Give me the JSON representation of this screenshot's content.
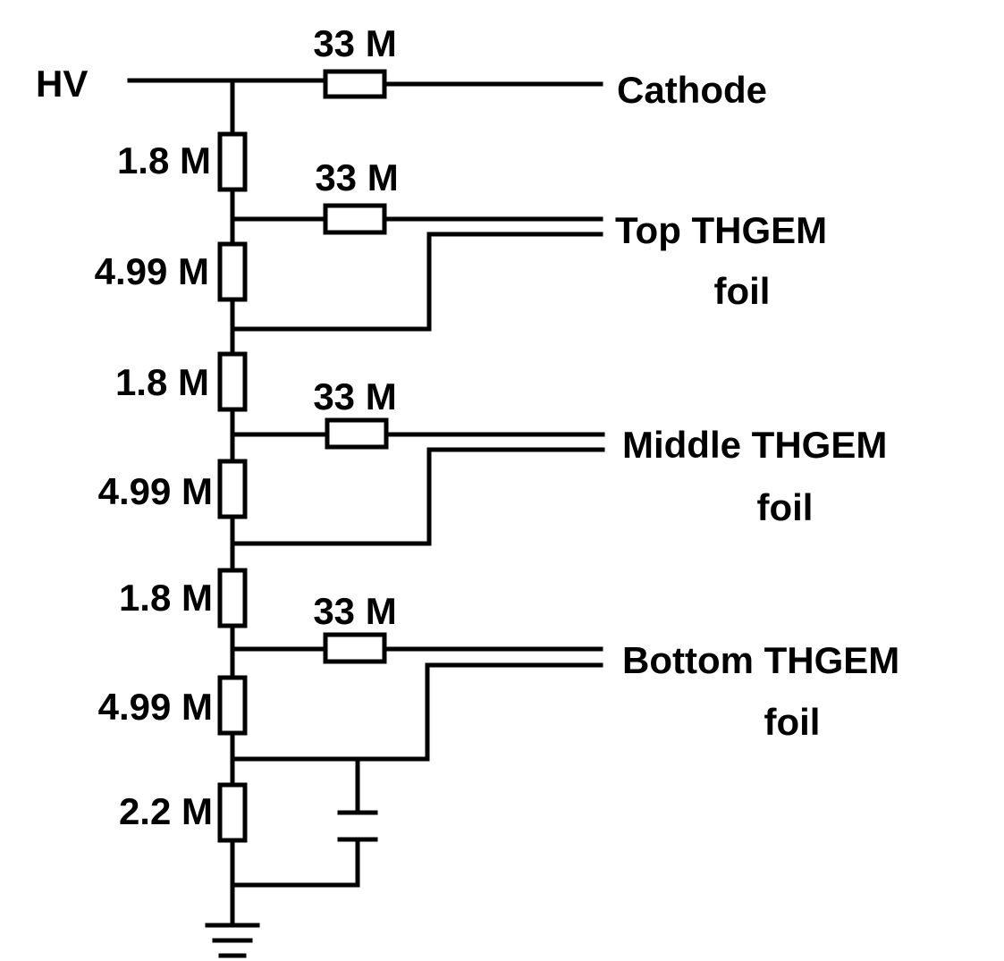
{
  "labels": {
    "hv": "HV",
    "cathode": "Cathode",
    "top_foil_line1": "Top THGEM",
    "top_foil_line2": "foil",
    "middle_foil_line1": "Middle THGEM",
    "middle_foil_line2": "foil",
    "bottom_foil_line1": "Bottom THGEM",
    "bottom_foil_line2": "foil"
  },
  "resistors": {
    "series_cathode": "33 M",
    "series_top": "33 M",
    "series_middle": "33 M",
    "series_bottom": "33 M",
    "divider_1": "1.8 M",
    "divider_2": "4.99 M",
    "divider_3": "1.8 M",
    "divider_4": "4.99 M",
    "divider_5": "1.8 M",
    "divider_6": "4.99 M",
    "divider_7": "2.2 M"
  }
}
